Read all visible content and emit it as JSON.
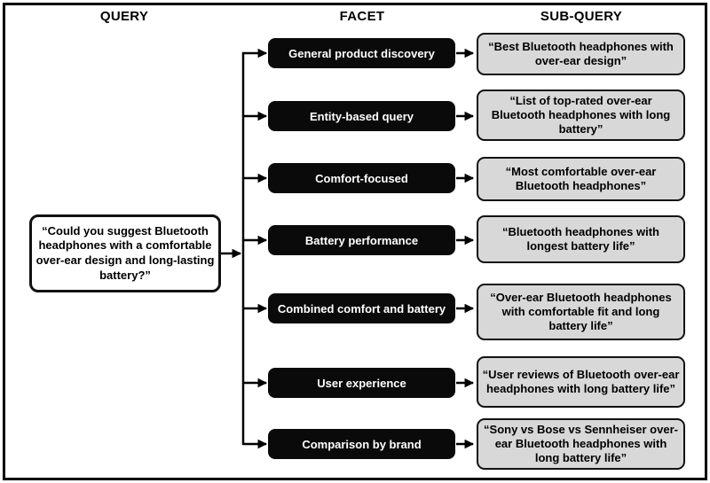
{
  "diagram": {
    "headers": {
      "query": "QUERY",
      "facet": "FACET",
      "subquery": "SUB-QUERY"
    },
    "query_text": "“Could you suggest Bluetooth headphones with a comfortable over-ear design and long-lasting battery?”",
    "rows": [
      {
        "facet": "General product discovery",
        "subquery": "“Best Bluetooth headphones with over-ear design”"
      },
      {
        "facet": "Entity-based query",
        "subquery": "“List of top-rated over-ear Bluetooth headphones with long battery”"
      },
      {
        "facet": "Comfort-focused",
        "subquery": "“Most comfortable over-ear Bluetooth headphones”"
      },
      {
        "facet": "Battery performance",
        "subquery": "“Bluetooth headphones with longest battery life”"
      },
      {
        "facet": "Combined comfort and battery",
        "subquery": "“Over-ear Bluetooth headphones with comfortable fit and long battery life”"
      },
      {
        "facet": "User experience",
        "subquery": "“User reviews of Bluetooth over-ear headphones with long battery life”"
      },
      {
        "facet": "Comparison by brand",
        "subquery": "“Sony vs Bose vs Sennheiser over-ear Bluetooth headphones with long battery life”"
      }
    ],
    "colors": {
      "facet_bg": "#0a0a0a",
      "facet_text": "#ffffff",
      "subquery_bg": "#d8d8d8",
      "line": "#000000",
      "background": "#ffffff"
    }
  }
}
